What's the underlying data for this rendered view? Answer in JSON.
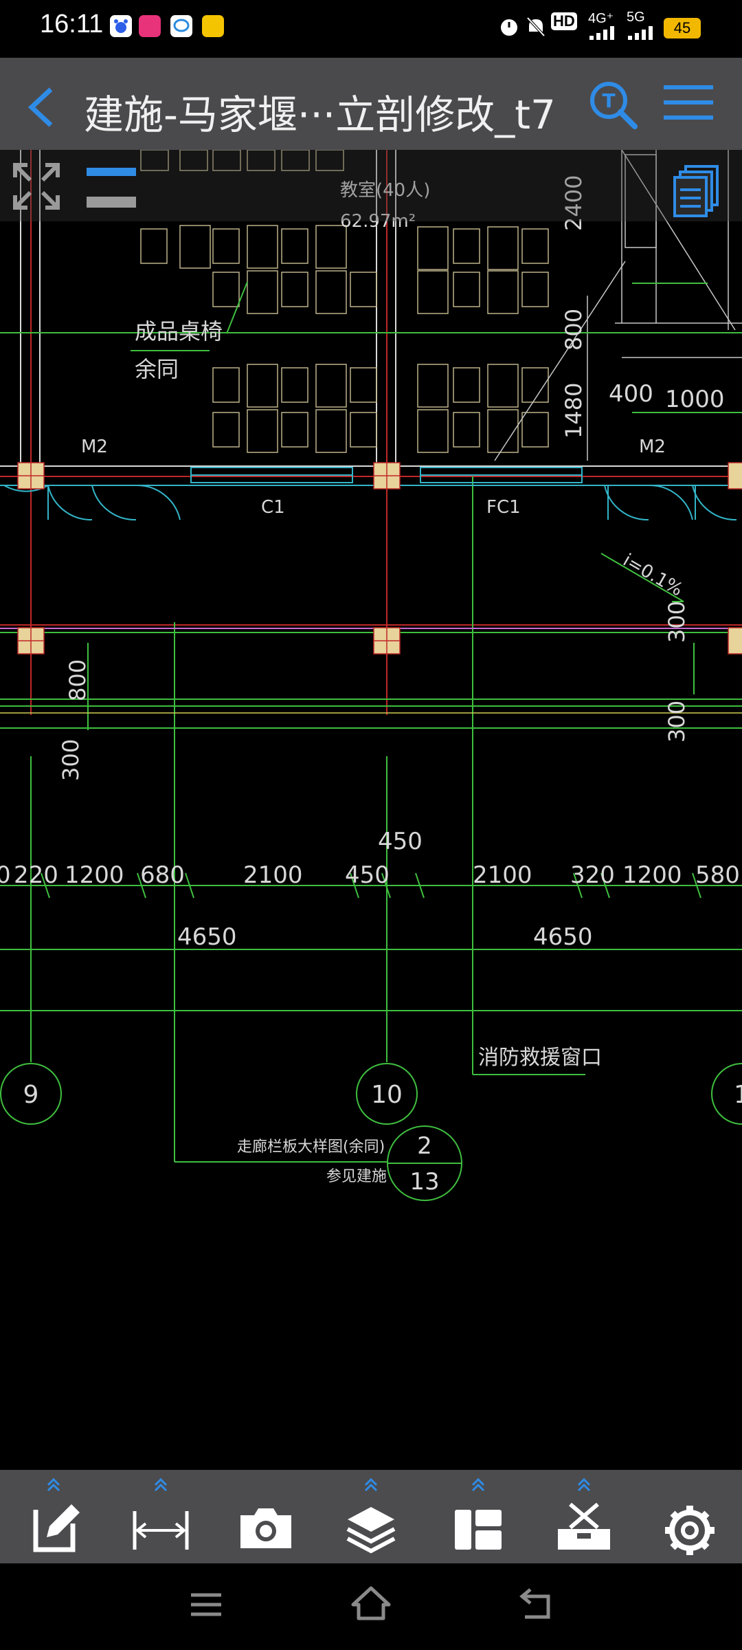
{
  "status_bar": {
    "time": "16:11",
    "network": "4G⁺",
    "network2": "5G",
    "hd_label": "HD",
    "battery": "45"
  },
  "header": {
    "back_icon": "chevron-left-icon",
    "title": "建施-马家堰···立剖修改_t7",
    "search_icon": "text-search-icon",
    "menu_icon": "hamburger-menu-icon"
  },
  "canvas_tools": {
    "fit_icon": "expand-arrows-icon",
    "layers_panel_icon": "document-stack-icon"
  },
  "drawing": {
    "room_name": "教室(40人)",
    "room_area": "62.97m²",
    "note_desk_1": "成品桌椅",
    "note_desk_2": "余同",
    "door_left": "M2",
    "door_right": "M2",
    "window_c1": "C1",
    "window_fc1": "FC1",
    "slope": "i=0.1%",
    "dim_2400": "2400",
    "dim_800_top": "800",
    "dim_1480": "1480",
    "dim_400": "400",
    "dim_1000": "1000",
    "dim_300_right_top": "300",
    "dim_300_right_bottom": "300",
    "dim_800_left": "800",
    "dim_300_left": "300",
    "dim_450_top": "450",
    "dims_row": [
      "0",
      "220",
      "1200",
      "680",
      "2100",
      "450",
      "2100",
      "320",
      "1200",
      "580"
    ],
    "dim_4650_left": "4650",
    "dim_4650_right": "4650",
    "rescue_window": "消防救援窗口",
    "axis_9": "9",
    "axis_10": "10",
    "axis_11": "1",
    "detail_note_1": "走廊栏板大样图(余同)",
    "detail_note_2": "参见建施",
    "detail_num": "2",
    "detail_sheet": "13"
  },
  "bottom_tools": [
    {
      "name": "edit-icon"
    },
    {
      "name": "measure-icon"
    },
    {
      "name": "camera-icon"
    },
    {
      "name": "layers-icon"
    },
    {
      "name": "layout-icon"
    },
    {
      "name": "toolbox-icon"
    },
    {
      "name": "settings-gear-icon"
    }
  ],
  "nav_bar": {
    "menu": "menu-lines-icon",
    "home": "home-icon",
    "back": "back-arrow-icon"
  },
  "colors": {
    "title_bar": "#4a4a4d",
    "accent_blue": "#2f8ce6",
    "cad_green": "#3fbf3f",
    "cad_red": "#c02828",
    "cad_cyan": "#33b5c8",
    "column_fill": "#e8d39a"
  }
}
